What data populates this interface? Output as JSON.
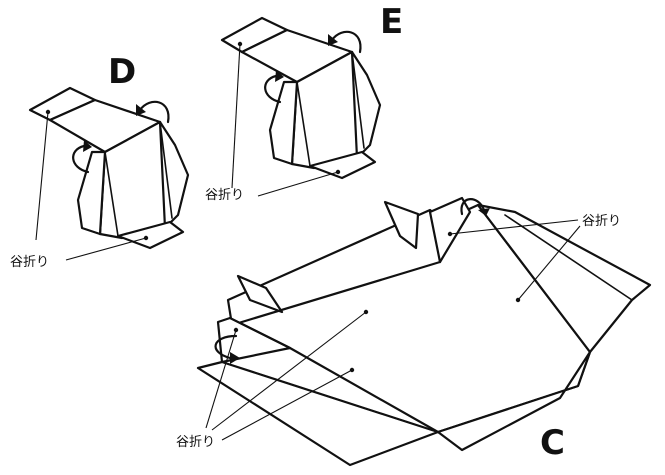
{
  "labels": {
    "c": "C",
    "d": "D",
    "e": "E"
  },
  "callouts": {
    "valley_fold": "谷折り"
  },
  "colors": {
    "ink": "#111111",
    "paper": "#ffffff"
  }
}
